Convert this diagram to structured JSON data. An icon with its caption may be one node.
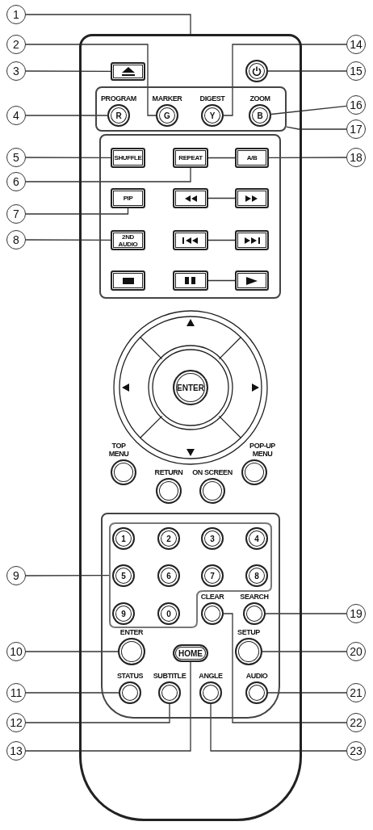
{
  "diagram": {
    "nodes": [
      {
        "text": [],
        "shape": "box"
      },
      {
        "text": [],
        "shape": "box",
        "in": 0
      },
      {
        "text": [],
        "shape": "circle",
        "in": 0
      },
      {
        "text": [],
        "shape": "box",
        "in": 0
      },
      {
        "text": [
          "R"
        ],
        "beside": [
          "PROGRAM"
        ],
        "in": 3
      },
      {
        "text": [
          "G"
        ],
        "beside": [
          "MARKER"
        ],
        "in": 3
      },
      {
        "text": [
          "Y"
        ],
        "beside": [
          "DIGEST"
        ],
        "in": 3
      },
      {
        "text": [
          "B"
        ],
        "beside": [
          "ZOOM"
        ],
        "in": 3
      },
      {
        "text": [],
        "shape": "box",
        "in": 0
      },
      {
        "text": [
          "SHUFFLE"
        ],
        "in": 8
      },
      {
        "text": [
          "REPEAT"
        ],
        "in": 8
      },
      {
        "text": [
          "A/B"
        ],
        "in": 8
      },
      {
        "text": [
          "PIP"
        ],
        "in": 8
      },
      {
        "text": [],
        "shape": "box",
        "in": 8
      },
      {
        "text": [],
        "shape": "box",
        "in": 8
      },
      {
        "text": [
          "2ND AUDIO"
        ],
        "in": 8
      },
      {
        "text": [],
        "shape": "box",
        "in": 8
      },
      {
        "text": [],
        "shape": "box",
        "in": 8
      },
      {
        "text": [],
        "shape": "box",
        "in": 8
      },
      {
        "text": [],
        "shape": "box",
        "in": 8
      },
      {
        "text": [],
        "shape": "box",
        "in": 8
      },
      {
        "text": [
          "ENTER"
        ],
        "in": 0
      },
      {
        "text": [],
        "shape": "circle",
        "beside": [
          "TOP MENU"
        ],
        "in": 0
      },
      {
        "text": [],
        "shape": "circle",
        "beside": [
          "RETURN"
        ],
        "in": 0
      },
      {
        "text": [],
        "shape": "circle",
        "beside": [
          "ON SCREEN"
        ],
        "in": 0
      },
      {
        "text": [],
        "shape": "circle",
        "beside": [
          "POP-UP MENU"
        ],
        "in": 0
      },
      {
        "text": [],
        "shape": "box",
        "in": 0
      },
      {
        "text": [],
        "shape": "box",
        "in": 26
      },
      {
        "text": [
          "1"
        ],
        "in": 27
      },
      {
        "text": [
          "2"
        ],
        "in": 27
      },
      {
        "text": [
          "3"
        ],
        "in": 27
      },
      {
        "text": [
          "4"
        ],
        "in": 27
      },
      {
        "text": [
          "5"
        ],
        "in": 27
      },
      {
        "text": [
          "6"
        ],
        "in": 27
      },
      {
        "text": [
          "7"
        ],
        "in": 27
      },
      {
        "text": [
          "8"
        ],
        "in": 27
      },
      {
        "text": [
          "9"
        ],
        "in": 27
      },
      {
        "text": [
          "0"
        ],
        "in": 27
      },
      {
        "text": [],
        "shape": "circle",
        "beside": [
          "CLEAR"
        ],
        "in": 26
      },
      {
        "text": [],
        "shape": "circle",
        "beside": [
          "SEARCH"
        ],
        "in": 26
      },
      {
        "text": [],
        "shape": "circle",
        "beside": [
          "ENTER"
        ],
        "in": 26
      },
      {
        "text": [
          "HOME"
        ],
        "in": 26
      },
      {
        "text": [],
        "shape": "circle",
        "beside": [
          "SETUP"
        ],
        "in": 26
      },
      {
        "text": [],
        "shape": "circle",
        "beside": [
          "STATUS"
        ],
        "in": 26
      },
      {
        "text": [],
        "shape": "circle",
        "beside": [
          "SUBTITLE"
        ],
        "in": 26
      },
      {
        "text": [],
        "shape": "circle",
        "beside": [
          "ANGLE"
        ],
        "in": 26
      },
      {
        "text": [],
        "shape": "circle",
        "beside": [
          "AUDIO"
        ],
        "in": 26
      },
      {
        "text": [
          "1"
        ]
      },
      {
        "text": [
          "2"
        ]
      },
      {
        "text": [
          "3"
        ]
      },
      {
        "text": [
          "4"
        ]
      },
      {
        "text": [
          "5"
        ]
      },
      {
        "text": [
          "6"
        ]
      },
      {
        "text": [
          "7"
        ]
      },
      {
        "text": [
          "8"
        ]
      },
      {
        "text": [
          "9"
        ]
      },
      {
        "text": [
          "10"
        ]
      },
      {
        "text": [
          "11"
        ]
      },
      {
        "text": [
          "12"
        ]
      },
      {
        "text": [
          "13"
        ]
      },
      {
        "text": [
          "14"
        ]
      },
      {
        "text": [
          "15"
        ]
      },
      {
        "text": [
          "16"
        ]
      },
      {
        "text": [
          "17"
        ]
      },
      {
        "text": [
          "18"
        ]
      },
      {
        "text": [
          "19"
        ]
      },
      {
        "text": [
          "20"
        ]
      },
      {
        "text": [
          "21"
        ]
      },
      {
        "text": [
          "22"
        ]
      },
      {
        "text": [
          "23"
        ]
      }
    ],
    "edges": [
      {
        "from": 47,
        "to": 0,
        "arrow": "none"
      },
      {
        "from": 48,
        "to": 5,
        "arrow": "none"
      },
      {
        "from": 49,
        "to": 1,
        "arrow": "none"
      },
      {
        "from": 50,
        "to": 4,
        "arrow": "none"
      },
      {
        "from": 51,
        "to": 9,
        "arrow": "none"
      },
      {
        "from": 52,
        "to": 10,
        "arrow": "none"
      },
      {
        "from": 53,
        "to": 12,
        "arrow": "none"
      },
      {
        "from": 54,
        "to": 15,
        "arrow": "none"
      },
      {
        "from": 55,
        "to": 27,
        "arrow": "none"
      },
      {
        "from": 56,
        "to": 40,
        "arrow": "none"
      },
      {
        "from": 57,
        "to": 43,
        "arrow": "none"
      },
      {
        "from": 58,
        "to": 44,
        "arrow": "none"
      },
      {
        "from": 59,
        "to": 41,
        "arrow": "none"
      },
      {
        "from": 60,
        "to": 6,
        "arrow": "none"
      },
      {
        "from": 61,
        "to": 2,
        "arrow": "none"
      },
      {
        "from": 62,
        "to": 7,
        "arrow": "none"
      },
      {
        "from": 63,
        "to": 3,
        "arrow": "none"
      },
      {
        "from": 64,
        "to": 11,
        "arrow": "none"
      },
      {
        "from": 65,
        "to": 39,
        "arrow": "none"
      },
      {
        "from": 66,
        "to": 42,
        "arrow": "none"
      },
      {
        "from": 67,
        "to": 46,
        "arrow": "none"
      },
      {
        "from": 68,
        "to": 38,
        "arrow": "none"
      },
      {
        "from": 69,
        "to": 45,
        "arrow": "none"
      },
      {
        "from": 10,
        "to": 11,
        "arrow": "none"
      },
      {
        "from": 13,
        "to": 14,
        "arrow": "none"
      },
      {
        "from": 16,
        "to": 17,
        "arrow": "none"
      },
      {
        "from": 19,
        "to": 20,
        "arrow": "none"
      }
    ]
  }
}
